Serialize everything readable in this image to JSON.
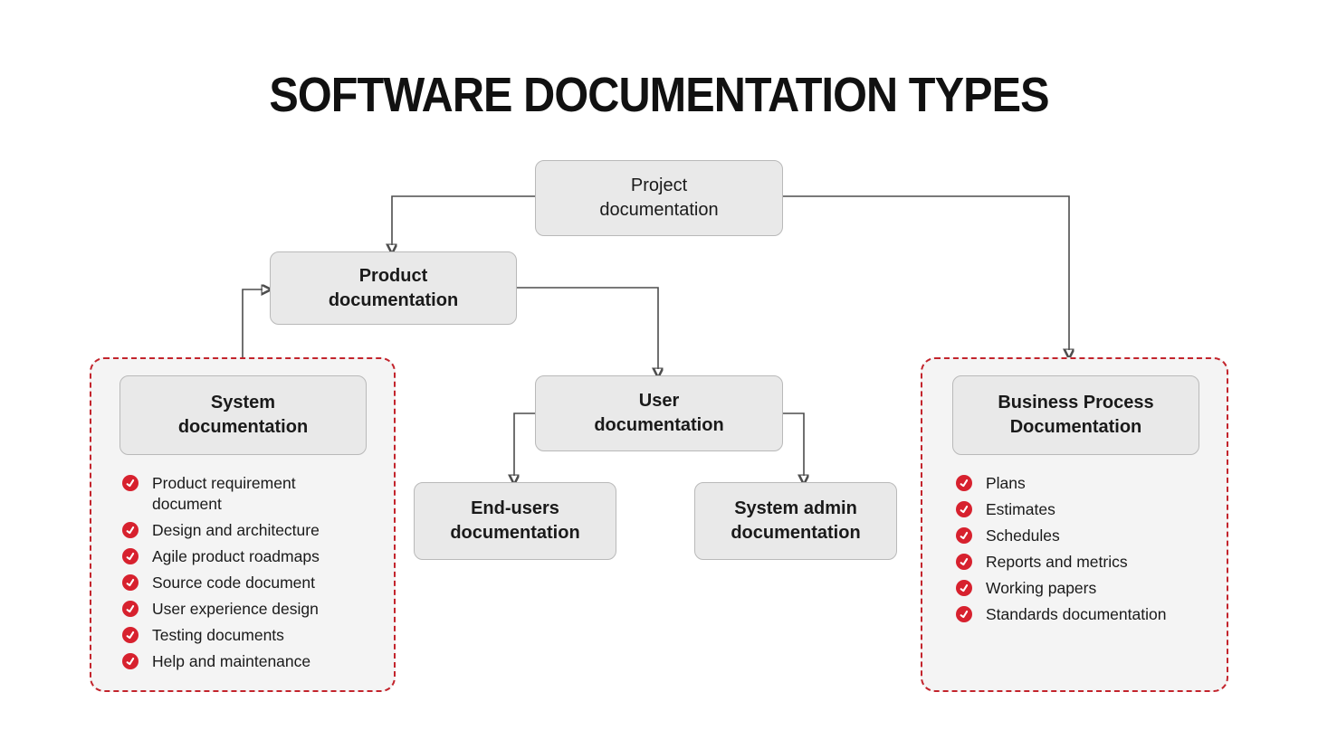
{
  "title": "SOFTWARE DOCUMENTATION TYPES",
  "nodes": {
    "project": {
      "label": "Project documentation"
    },
    "product": {
      "label": "Product documentation"
    },
    "system": {
      "label": "System documentation"
    },
    "user": {
      "label": "User documentation"
    },
    "end_users": {
      "label": "End-users documentation"
    },
    "system_admin": {
      "label": "System admin documentation"
    },
    "business": {
      "label": "Business Process Documentation"
    }
  },
  "system_list": {
    "items": [
      "Product requirement document",
      "Design and architecture",
      "Agile product roadmaps",
      "Source code document",
      "User experience design",
      "Testing documents",
      "Help and maintenance"
    ]
  },
  "business_list": {
    "items": [
      "Plans",
      "Estimates",
      "Schedules",
      "Reports and metrics",
      "Working papers",
      "Standards documentation"
    ]
  },
  "icons": {
    "list_bullet": "check-circle-icon"
  },
  "colors": {
    "accent_red": "#d7212e",
    "dash_red": "#c3242c",
    "box_fill": "#e9e9e9",
    "box_border": "#b9b9b9",
    "group_fill": "#f4f4f4",
    "line": "#4d4d4d",
    "text": "#1a1a1a"
  }
}
